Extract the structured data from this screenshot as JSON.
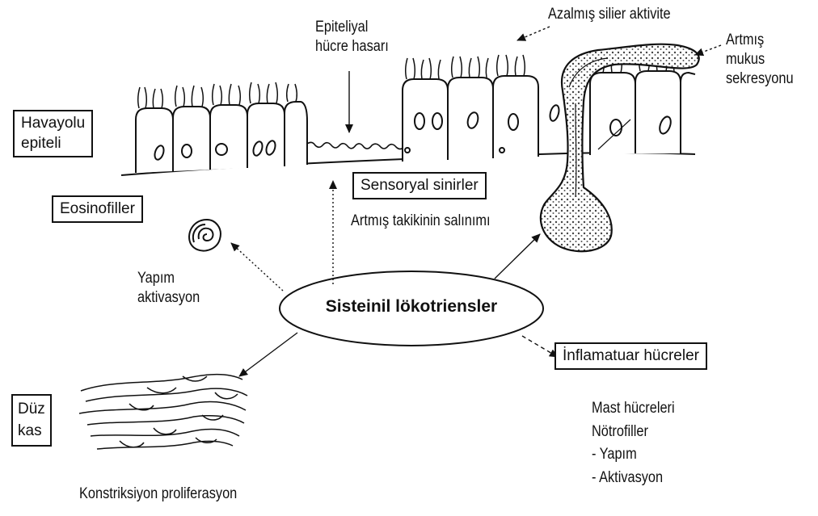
{
  "center": {
    "title": "Sisteinil lökotriensler"
  },
  "airway": {
    "box_label": {
      "line1": "Havayolu",
      "line2": "epiteli"
    },
    "epithelial_damage": {
      "line1": "Epiteliyal",
      "line2": "hücre hasarı"
    },
    "ciliary": "Azalmış silier aktivite",
    "mucus": {
      "line1": "Artmış",
      "line2": "mukus",
      "line3": "sekresyonu"
    }
  },
  "eosinophils": {
    "box_label": "Eosinofiller",
    "caption": {
      "line1": "Yapım",
      "line2": "aktivasyon"
    }
  },
  "sensory": {
    "box_label": "Sensoryal sinirler",
    "caption": "Artmış takikinin salınımı"
  },
  "smooth_muscle": {
    "box_label": {
      "line1": "Düz",
      "line2": "kas"
    },
    "caption": "Konstriksiyon proliferasyon"
  },
  "inflammatory": {
    "box_label": "İnflamatuar hücreler",
    "list": [
      "Mast hücreleri",
      "Nötrofiller",
      "- Yapım",
      "- Aktivasyon"
    ]
  },
  "colors": {
    "ink": "#111111",
    "cell_fill": "#ffffff",
    "mucus_dots": "#444444"
  }
}
